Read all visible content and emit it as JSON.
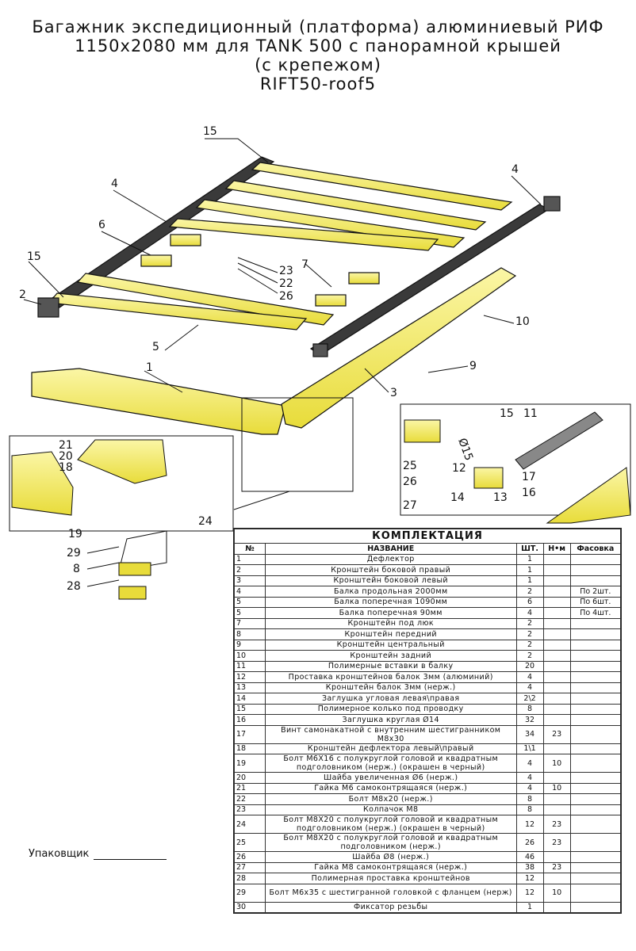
{
  "title": {
    "line1": "Багажник экспедиционный (платформа) алюминиевый РИФ",
    "line2": "1150х2080 мм для TANK 500 с панорамной крышей",
    "line3": "(с крепежом)",
    "line4": "RIFT50-roof5"
  },
  "packer_label": "Упаковщик",
  "callouts": {
    "c15a": "15",
    "c4a": "4",
    "c4b": "4",
    "c6": "6",
    "c15b": "15",
    "c2": "2",
    "c23": "23",
    "c22": "22",
    "c26": "26",
    "c7": "7",
    "c5": "5",
    "c1": "1",
    "c10": "10",
    "c9": "9",
    "c3": "3",
    "d15": "15",
    "d11": "11",
    "d25": "25",
    "d12": "12",
    "d26": "26",
    "d27": "27",
    "d14": "14",
    "d13": "13",
    "d17": "17",
    "d16": "16",
    "dphi": "Ø15",
    "e21": "21",
    "e20": "20",
    "e18": "18",
    "e19": "19",
    "e29": "29",
    "e8": "8",
    "e28": "28",
    "e24": "24"
  },
  "kit": {
    "caption": "КОМПЛЕКТАЦИЯ",
    "headers": {
      "no": "№",
      "name": "НАЗВАНИЕ",
      "qty": "ШТ.",
      "nm": "Н•м",
      "pack": "Фасовка"
    },
    "rows": [
      {
        "no": "1",
        "name": "Дефлектор",
        "qty": "1",
        "nm": "",
        "pack": ""
      },
      {
        "no": "2",
        "name": "Кронштейн боковой правый",
        "qty": "1",
        "nm": "",
        "pack": ""
      },
      {
        "no": "3",
        "name": "Кронштейн боковой левый",
        "qty": "1",
        "nm": "",
        "pack": ""
      },
      {
        "no": "4",
        "name": "Балка продольная 2000мм",
        "qty": "2",
        "nm": "",
        "pack": "По 2шт."
      },
      {
        "no": "5",
        "name": "Балка поперечная 1090мм",
        "qty": "6",
        "nm": "",
        "pack": "По 6шт."
      },
      {
        "no": "5",
        "name": "Балка поперечная 90мм",
        "qty": "4",
        "nm": "",
        "pack": "По 4шт."
      },
      {
        "no": "7",
        "name": "Кронштейн под люк",
        "qty": "2",
        "nm": "",
        "pack": ""
      },
      {
        "no": "8",
        "name": "Кронштейн передний",
        "qty": "2",
        "nm": "",
        "pack": ""
      },
      {
        "no": "9",
        "name": "Кронштейн центральный",
        "qty": "2",
        "nm": "",
        "pack": ""
      },
      {
        "no": "10",
        "name": "Кронштейн задний",
        "qty": "2",
        "nm": "",
        "pack": ""
      },
      {
        "no": "11",
        "name": "Полимерные вставки в балку",
        "qty": "20",
        "nm": "",
        "pack": ""
      },
      {
        "no": "12",
        "name": "Проставка кронштейнов балок 3мм (алюминий)",
        "qty": "4",
        "nm": "",
        "pack": ""
      },
      {
        "no": "13",
        "name": "Кронштейн балок 3мм (нерж.)",
        "qty": "4",
        "nm": "",
        "pack": ""
      },
      {
        "no": "14",
        "name": "Заглушка угловая левая\\правая",
        "qty": "2\\2",
        "nm": "",
        "pack": ""
      },
      {
        "no": "15",
        "name": "Полимерное колько под проводку",
        "qty": "8",
        "nm": "",
        "pack": ""
      },
      {
        "no": "16",
        "name": "Заглушка круглая Ø14",
        "qty": "32",
        "nm": "",
        "pack": ""
      },
      {
        "no": "17",
        "name": "Винт самонакатной с внутренним шестигранником М8х30",
        "qty": "34",
        "nm": "23",
        "pack": ""
      },
      {
        "no": "18",
        "name": "Кронштейн дефлектора левый\\правый",
        "qty": "1\\1",
        "nm": "",
        "pack": ""
      },
      {
        "no": "19",
        "name": "Болт М6Х16 с полукруглой головой и квадратным подголовником (нерж.) (окрашен в черный)",
        "qty": "4",
        "nm": "10",
        "pack": ""
      },
      {
        "no": "20",
        "name": "Шайба увеличенная Ø6 (нерж.)",
        "qty": "4",
        "nm": "",
        "pack": ""
      },
      {
        "no": "21",
        "name": "Гайка М6 самоконтрящаяся (нерж.)",
        "qty": "4",
        "nm": "10",
        "pack": ""
      },
      {
        "no": "22",
        "name": "Болт М8х20 (нерж.)",
        "qty": "8",
        "nm": "",
        "pack": ""
      },
      {
        "no": "23",
        "name": "Колпачок М8",
        "qty": "8",
        "nm": "",
        "pack": ""
      },
      {
        "no": "24",
        "name": "Болт М8Х20 с полукруглой головой и квадратным подголовником (нерж.) (окрашен в черный)",
        "qty": "12",
        "nm": "23",
        "pack": ""
      },
      {
        "no": "25",
        "name": "Болт М8Х20 с полукруглой головой и квадратным подголовником (нерж.)",
        "qty": "26",
        "nm": "23",
        "pack": ""
      },
      {
        "no": "26",
        "name": "Шайба Ø8 (нерж.)",
        "qty": "46",
        "nm": "",
        "pack": ""
      },
      {
        "no": "27",
        "name": "Гайка М8 самоконтрящаяся (нерж.)",
        "qty": "38",
        "nm": "23",
        "pack": ""
      },
      {
        "no": "28",
        "name": "Полимерная проставка кронштейнов",
        "qty": "12",
        "nm": "",
        "pack": ""
      },
      {
        "no": "29",
        "name": "Болт М6х35 с шестигранной головкой с фланцем (нерж)",
        "qty": "12",
        "nm": "10",
        "pack": ""
      },
      {
        "no": "30",
        "name": "Фиксатор резьбы",
        "qty": "1",
        "nm": "",
        "pack": ""
      }
    ]
  },
  "colors": {
    "accent_yellow": "#f2ea5a",
    "dark_rail": "#3a3a3a",
    "line": "#111111"
  }
}
